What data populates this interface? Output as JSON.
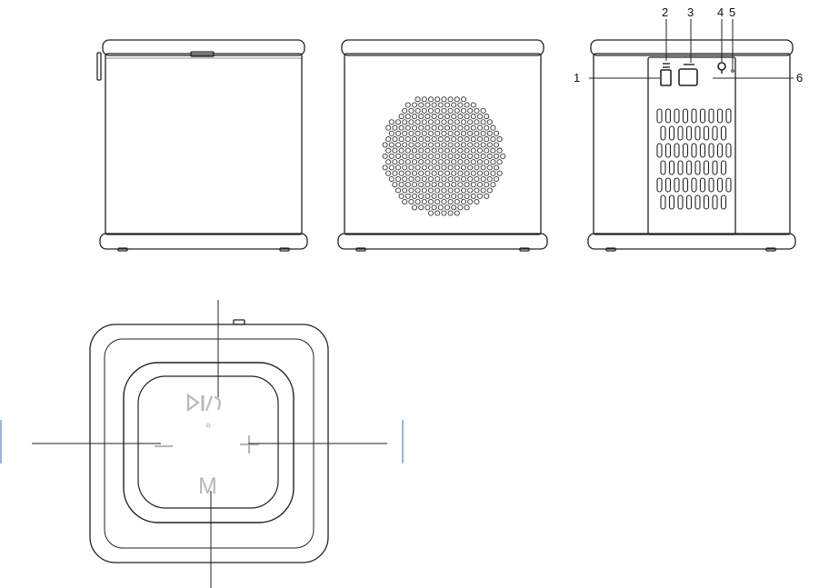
{
  "colors": {
    "line": "#222222",
    "button_glyph": "#b8b8b8",
    "marker_blue": "#9db4df"
  },
  "callouts": {
    "n1": "1",
    "n2": "2",
    "n3": "3",
    "n4": "4",
    "n5": "5",
    "n6": "6"
  },
  "buttons": {
    "play_pause_call": "play-pause-call-icon",
    "minus": "minus-icon",
    "plus": "plus-icon",
    "mode_label": "M"
  }
}
